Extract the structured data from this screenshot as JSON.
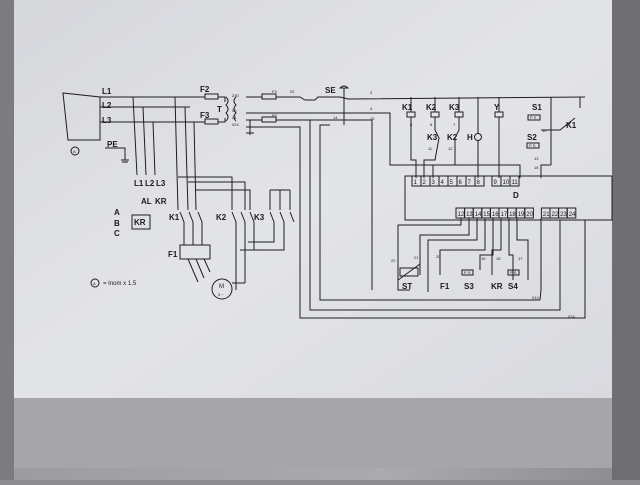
{
  "colors": {
    "sheet": "#dfe0e5",
    "panel": "#a9a9ad",
    "frame": "#7f7f84",
    "ink": "#1e1e1e"
  },
  "supply": {
    "l1": "L1",
    "l2": "L2",
    "l3": "L3",
    "pe": "PE",
    "a_mark": "A"
  },
  "fuses": {
    "f2": "F2",
    "f3": "F3",
    "f4": "F4",
    "f5": "F5",
    "f1": "F1"
  },
  "transformer": {
    "t": "T",
    "taps": [
      "230",
      "00",
      "24",
      "024"
    ]
  },
  "se": "SE",
  "terminal_group": {
    "l1": "L1",
    "l2": "L2",
    "l3": "L3",
    "al": "AL",
    "kr": "KR"
  },
  "kr_box": {
    "a": "A",
    "b": "B",
    "c": "C",
    "label": "KR"
  },
  "contactors": {
    "k1": "K1",
    "k2": "K2",
    "k3": "K3"
  },
  "motor": {
    "m": "M",
    "phase": "3 ~"
  },
  "note": {
    "symbol": "A",
    "text": "= Inom x 1.5"
  },
  "control": {
    "k1": "K1",
    "k2": "K2",
    "k3": "K3",
    "y": "Y",
    "s1": "S1",
    "s2": "S2",
    "h": "H",
    "k1_contact": "K1",
    "k3_contact": "K3",
    "k2_contact": "K2",
    "ps": "P S"
  },
  "wire_numbers": {
    "n02": "02",
    "n2": "2",
    "n3": "3",
    "n4": "4",
    "n1": "1",
    "n6": "6",
    "n14": "14",
    "n15": "15",
    "n5": "5",
    "n8": "8",
    "n7": "7",
    "n11": "11",
    "n12": "12",
    "n10": "10",
    "n13": "13",
    "n16": "16",
    "n22": "22",
    "n21": "21",
    "n20": "20",
    "n19": "19",
    "n18": "18",
    "n17": "17",
    "n014": "014",
    "n024": "024"
  },
  "controller": {
    "label": "D",
    "top_terminals": [
      "1",
      "2",
      "3",
      "4",
      "5",
      "6",
      "7",
      "8",
      "9",
      "10",
      "11"
    ],
    "bottom_terminals": [
      "12",
      "13",
      "14",
      "15",
      "16",
      "17",
      "18",
      "19",
      "20",
      "21",
      "22",
      "23",
      "24"
    ]
  },
  "sensors": {
    "st": "ST",
    "f1": "F1",
    "s3": "S3",
    "kr": "KR",
    "s4": "S4"
  }
}
